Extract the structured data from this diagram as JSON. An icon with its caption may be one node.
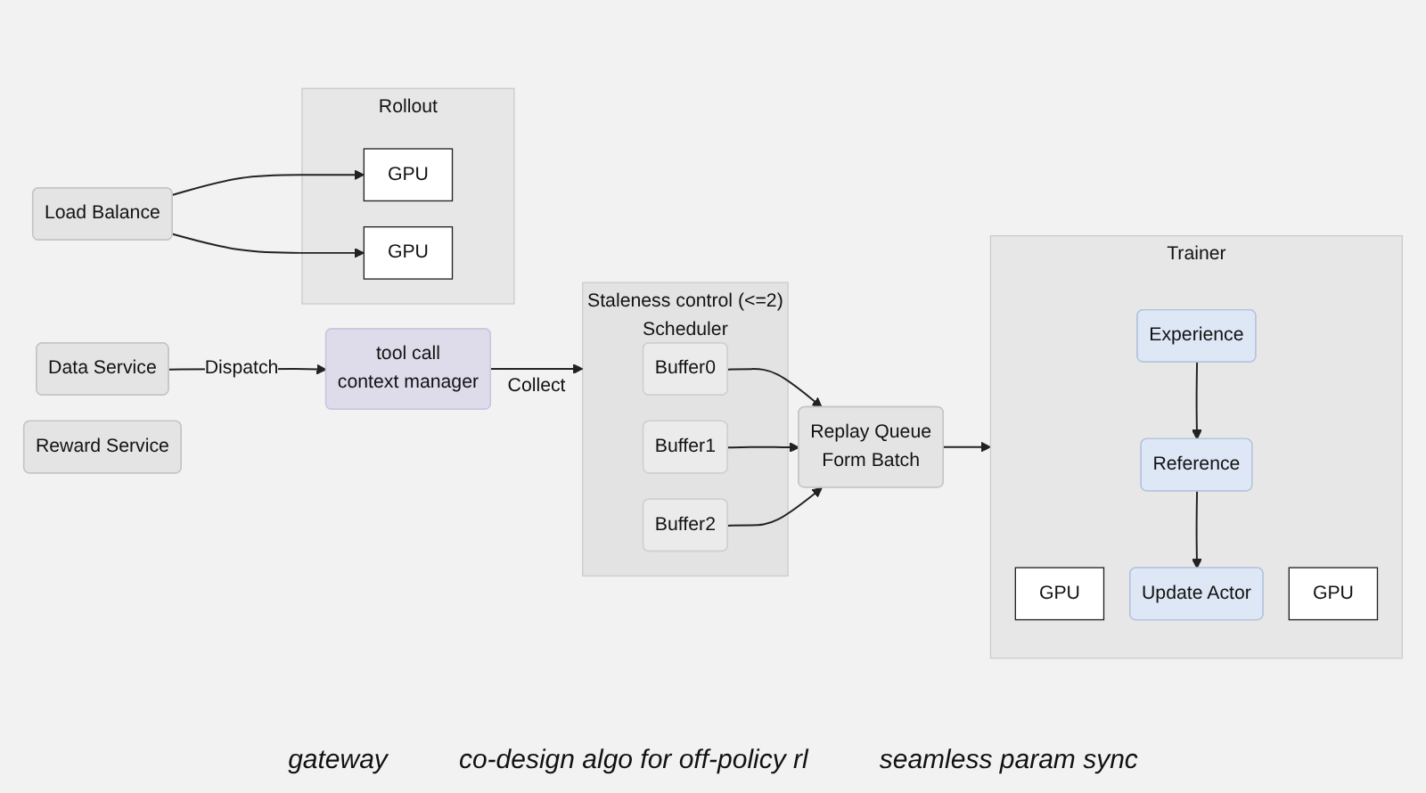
{
  "diagram": {
    "nodes": [
      {
        "text": [
          "Data Service"
        ]
      },
      {
        "text": [
          "tool call",
          "context manager"
        ]
      },
      {
        "text": [
          "Staleness control (<=2)",
          "Scheduler"
        ]
      },
      {
        "text": [
          "Buffer0"
        ],
        "in": 2
      },
      {
        "text": [
          "Buffer1"
        ],
        "in": 2
      },
      {
        "text": [
          "Buffer2"
        ],
        "in": 2
      },
      {
        "text": [
          "Load Balance"
        ]
      },
      {
        "text": [
          "Rollout"
        ]
      },
      {
        "text": [
          "GPU"
        ],
        "in": 7
      },
      {
        "text": [
          "GPU"
        ],
        "in": 7
      },
      {
        "text": [
          "Replay Queue",
          "Form Batch"
        ]
      },
      {
        "text": [
          "Trainer"
        ]
      },
      {
        "text": [
          "GPU"
        ],
        "in": 11
      },
      {
        "text": [
          "GPU"
        ],
        "in": 11
      },
      {
        "text": [
          "Experience"
        ],
        "in": 11
      },
      {
        "text": [
          "Reference"
        ],
        "in": 11
      },
      {
        "text": [
          "Update Actor"
        ],
        "in": 11
      },
      {
        "text": [
          "Reward Service"
        ]
      }
    ],
    "edges": [
      {
        "from": 0,
        "to": 1,
        "arrow": "to",
        "label": "Dispatch"
      },
      {
        "from": 1,
        "to": 2,
        "arrow": "to",
        "label": "Collect"
      },
      {
        "from": 6,
        "to": 8,
        "arrow": "to"
      },
      {
        "from": 6,
        "to": 9,
        "arrow": "to"
      },
      {
        "from": 3,
        "to": 10,
        "arrow": "to"
      },
      {
        "from": 4,
        "to": 10,
        "arrow": "to"
      },
      {
        "from": 5,
        "to": 10,
        "arrow": "to"
      },
      {
        "from": 10,
        "to": 11,
        "arrow": "to"
      },
      {
        "from": 14,
        "to": 15,
        "arrow": "to"
      },
      {
        "from": 15,
        "to": 16,
        "arrow": "to"
      }
    ],
    "labels": [
      "gateway",
      "co-design algo for off-policy rl",
      "seamless param sync"
    ]
  }
}
